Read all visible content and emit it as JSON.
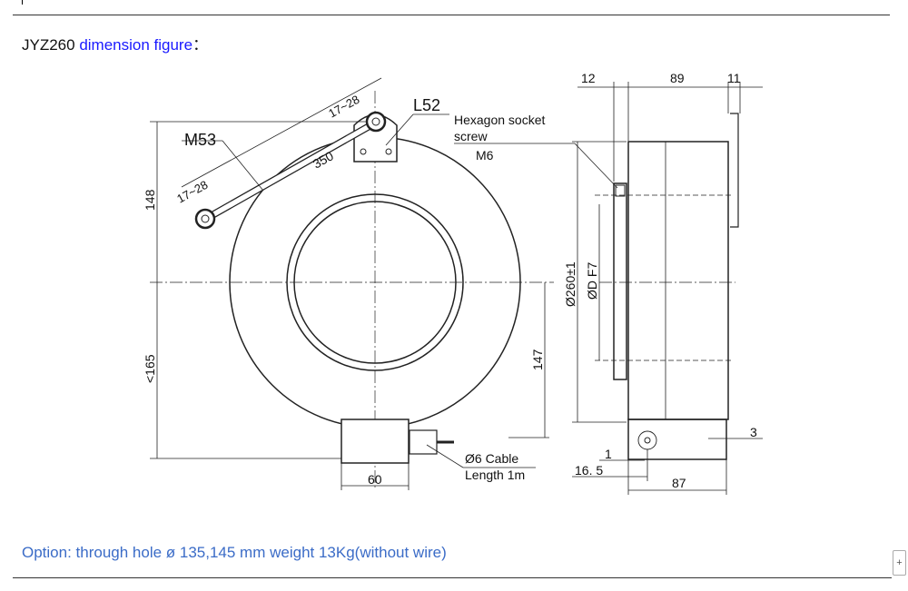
{
  "heading": {
    "model": "JYZ260",
    "title": " dimension figure",
    "colon": "："
  },
  "drawing": {
    "front": {
      "dim_rod_length": "350",
      "dim_rod_end_top": "17~28",
      "dim_rod_end_bottom": "17~28",
      "label_rod": "M53",
      "label_bracket": "L52",
      "label_screw_line1": "Hexagon socket",
      "label_screw_line2": "screw",
      "label_screw_size": "M6",
      "dim_upper_height": "148",
      "dim_lower_height": "<165",
      "dim_bottom_width": "60",
      "dim_right_height": "147",
      "label_cable_line1": "Ø6 Cable",
      "label_cable_line2": "Length  1m"
    },
    "side": {
      "dim_flange": "12",
      "dim_body": "89",
      "dim_arm": "11",
      "dim_outer_diameter": "Ø260±1",
      "dim_bore": "ØD  F7",
      "dim_gap": "3",
      "dim_step": "1",
      "dim_offset": "16. 5",
      "dim_base": "87"
    }
  },
  "option_text": "Option: through hole ø 135,145 mm weight 13Kg(without wire)",
  "expand_button": "+"
}
